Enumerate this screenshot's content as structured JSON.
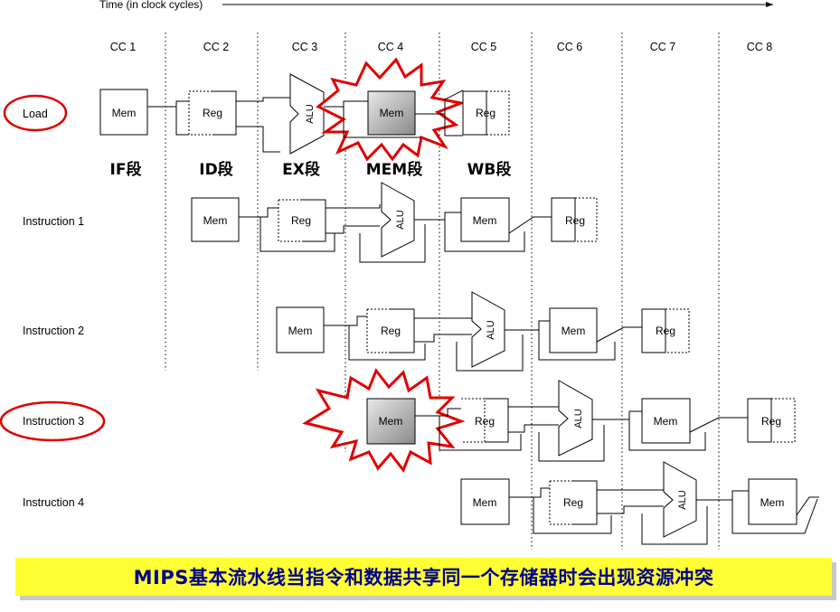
{
  "axis": {
    "time_label": "Time (in clock cycles)"
  },
  "cycles": [
    "CC 1",
    "CC 2",
    "CC 3",
    "CC 4",
    "CC 5",
    "CC 6",
    "CC 7",
    "CC 8"
  ],
  "stages": [
    "IF段",
    "ID段",
    "EX段",
    "MEM段",
    "WB段"
  ],
  "instructions": [
    "Load",
    "Instruction 1",
    "Instruction 2",
    "Instruction 3",
    "Instruction 4"
  ],
  "units": {
    "mem": "Mem",
    "reg": "Reg",
    "alu": "ALU"
  },
  "highlight_color": "#e00000",
  "banner_color": "#ffff33",
  "banner_text": "MIPS基本流水线当指令和数据共享同一个存储器时会出现资源冲突"
}
